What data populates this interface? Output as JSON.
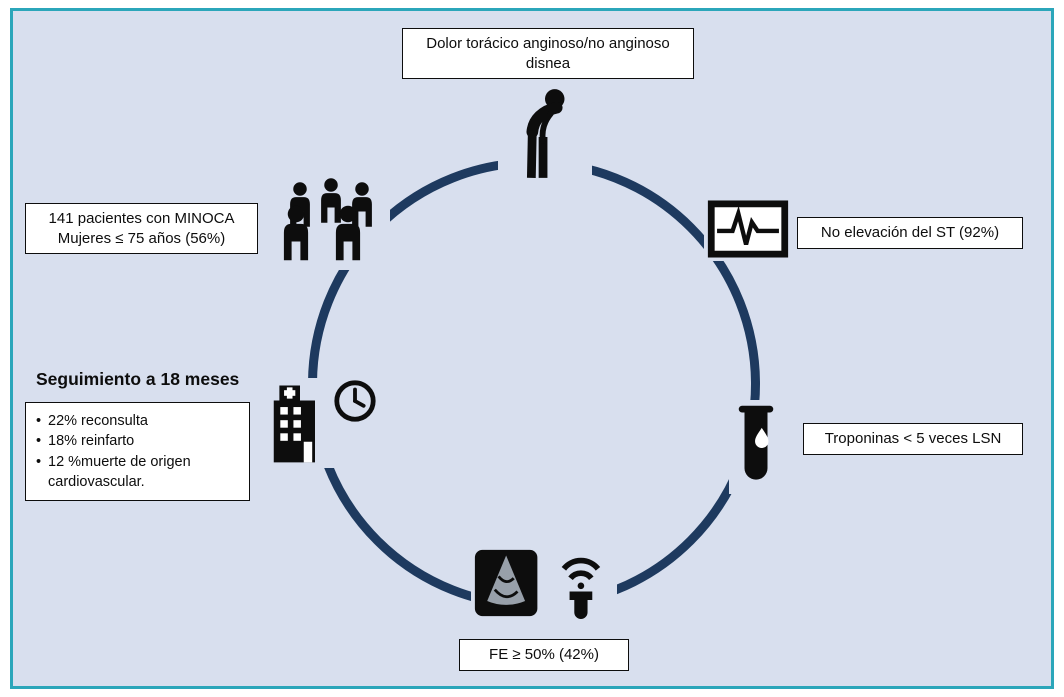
{
  "palette": {
    "frame_border": "#2ba6ba",
    "background": "#d8dfee",
    "ring": "#1e3a5f",
    "ink": "#0d0d0d",
    "box_background": "#ffffff",
    "echo_gray": "#98a0aa"
  },
  "boxes": {
    "symptom": {
      "line1": "Dolor torácico anginoso/no anginoso",
      "line2": "disnea"
    },
    "st": {
      "label": "No elevación del ST (92%)"
    },
    "troponin": {
      "label": "Troponinas < 5 veces LSN"
    },
    "fe": {
      "label": "FE ≥ 50%  (42%)"
    },
    "minoca": {
      "line1": "141 pacientes con MINOCA",
      "line2": "Mujeres ≤ 75 años (56%)"
    },
    "followup": {
      "title": "Seguimiento a 18 meses",
      "bullets": [
        "22% reconsulta",
        "18% reinfarto",
        "12 %muerte de origen cardiovascular."
      ]
    }
  },
  "icons": [
    "chest-pain-patient-icon",
    "ecg-monitor-icon",
    "test-tube-icon",
    "echocardiogram-icon",
    "ultrasound-probe-icon",
    "patient-group-icon",
    "hospital-icon",
    "clock-icon"
  ]
}
